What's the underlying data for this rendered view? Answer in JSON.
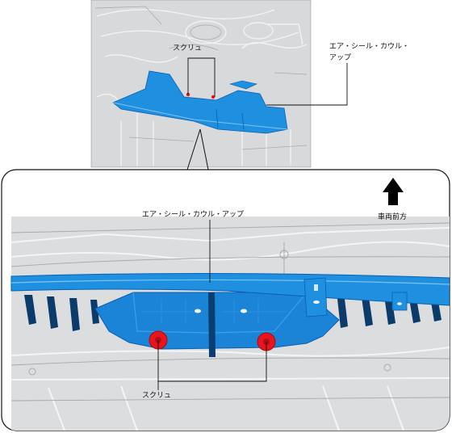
{
  "overview": {
    "screw_label": "スクリュ",
    "part_label_line1": "エア・シール・カウル・",
    "part_label_line2": "アップ"
  },
  "detail": {
    "part_label": "エア・シール・カウル・アップ",
    "screw_label": "スクリュ",
    "direction_label": "車両前方"
  },
  "colors": {
    "part_blue": "#1f8fe0",
    "part_dark": "#0a5fb0",
    "screw_red": "#e8141e",
    "engine_bg": "#d9dadc",
    "line": "#111111"
  },
  "icons": {
    "arrow": "up-arrow-icon"
  }
}
